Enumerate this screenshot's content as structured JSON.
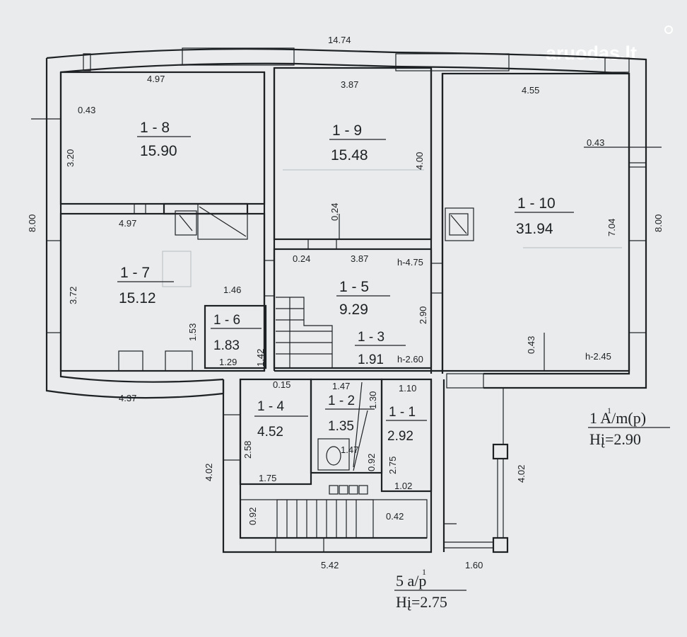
{
  "watermark": "aruodas.lt",
  "overall_width": "14.74",
  "side_heights": {
    "left": "8.00",
    "right": "8.00"
  },
  "rooms": {
    "r8": {
      "id": "1 - 8",
      "area": "15.90"
    },
    "r9": {
      "id": "1 - 9",
      "area": "15.48"
    },
    "r10": {
      "id": "1 - 10",
      "area": "31.94"
    },
    "r7": {
      "id": "1 - 7",
      "area": "15.12"
    },
    "r5": {
      "id": "1 - 5",
      "area": "9.29"
    },
    "r6": {
      "id": "1 - 6",
      "area": "1.83"
    },
    "r3": {
      "id": "1 - 3",
      "area": "1.91"
    },
    "r4": {
      "id": "1 - 4",
      "area": "4.52"
    },
    "r2": {
      "id": "1 - 2",
      "area": "1.35"
    },
    "r1": {
      "id": "1 - 1",
      "area": "2.92"
    }
  },
  "dimensions": {
    "d497_top": "4.97",
    "d387_top": "3.87",
    "d455": "4.55",
    "d043_left": "0.43",
    "d320": "3.20",
    "d400": "4.00",
    "d043_right": "0.43",
    "d024_v": "0.24",
    "d497_mid": "4.97",
    "d704": "7.04",
    "d024_h": "0.24",
    "d387_mid": "3.87",
    "h475": "h-4.75",
    "d372": "3.72",
    "d146": "1.46",
    "d290": "2.90",
    "d153": "1.53",
    "d142": "1.42",
    "d129": "1.29",
    "d043_low": "0.43",
    "h260": "h-2.60",
    "h245": "h-2.45",
    "d437": "4.37",
    "d015": "0.15",
    "d147_a": "1.47",
    "d130": "1.30",
    "d110": "1.10",
    "d258": "2.58",
    "d147_b": "1.47",
    "d092_a": "0.92",
    "d275": "2.75",
    "d402_left": "4.02",
    "d402_right": "4.02",
    "d175": "1.75",
    "d102": "1.02",
    "d092_b": "0.92",
    "d042": "0.42",
    "d542": "5.42",
    "d160": "1.60"
  },
  "legend_main": {
    "line1": "1 A/m(p)",
    "sup": "1",
    "line2": "Hį=2.90"
  },
  "legend_annex": {
    "line1": "5 a/p",
    "sup": "1",
    "line2": "Hį=2.75"
  }
}
